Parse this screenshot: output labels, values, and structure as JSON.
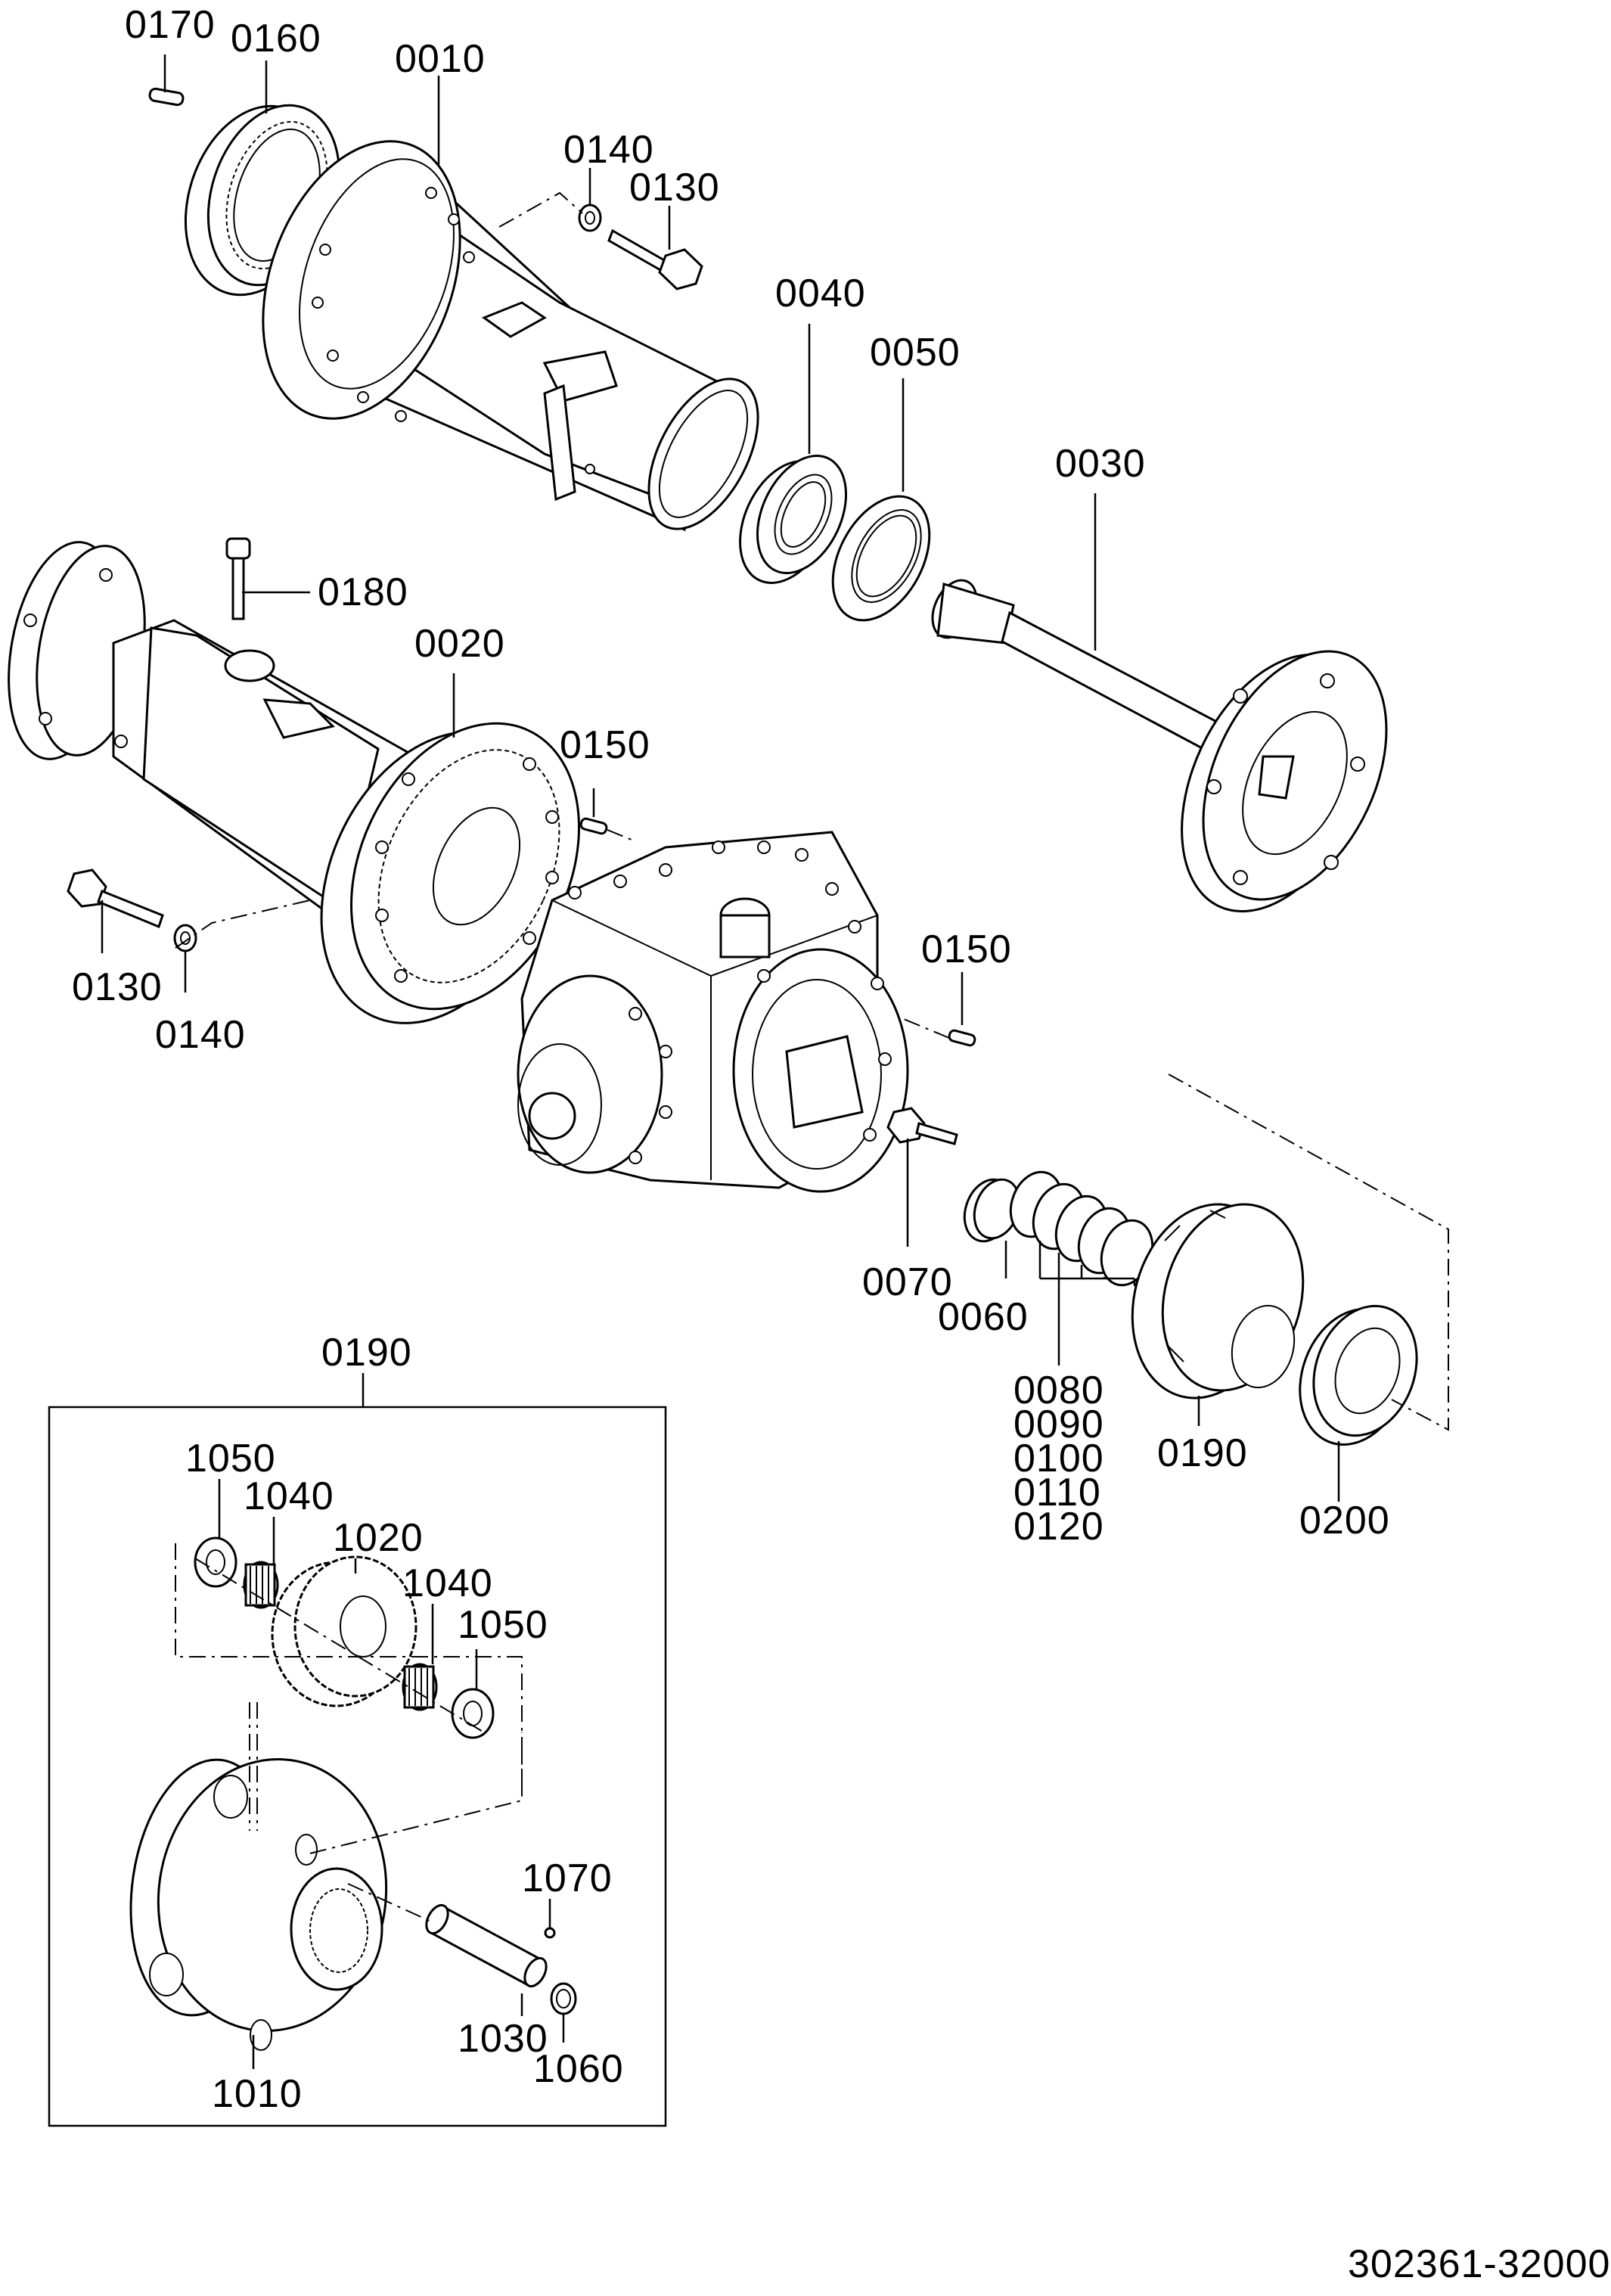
{
  "diagram": {
    "drawing_number": "302361-32000",
    "callouts": {
      "c0170": "0170",
      "c0160": "0160",
      "c0010": "0010",
      "c0140a": "0140",
      "c0130a": "0130",
      "c0040": "0040",
      "c0050": "0050",
      "c0030": "0030",
      "c0180": "0180",
      "c0020": "0020",
      "c0150a": "0150",
      "c0130b": "0130",
      "c0140b": "0140",
      "c0150b": "0150",
      "c0070": "0070",
      "c0060": "0060",
      "c0080": "0080",
      "c0090": "0090",
      "c0100": "0100",
      "c0110": "0110",
      "c0120": "0120",
      "c0190a": "0190",
      "c0200": "0200",
      "c0190b": "0190",
      "c1050a": "1050",
      "c1040a": "1040",
      "c1020": "1020",
      "c1040b": "1040",
      "c1050b": "1050",
      "c1070": "1070",
      "c1030": "1030",
      "c1060": "1060",
      "c1010": "1010"
    }
  }
}
